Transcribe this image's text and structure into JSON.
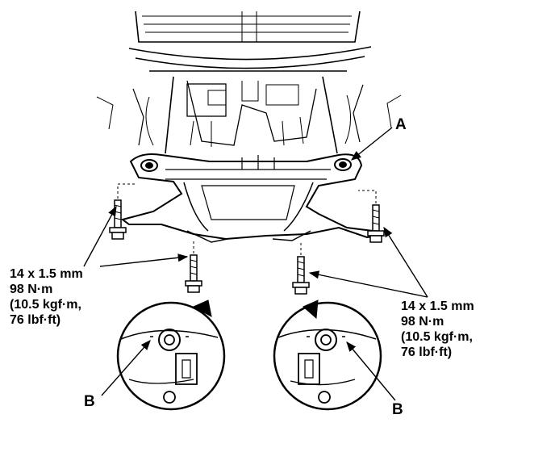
{
  "callouts": {
    "a": "A",
    "b_left": "B",
    "b_right": "B"
  },
  "torque_specs": {
    "left": [
      "14 x 1.5 mm",
      "98 N·m",
      "(10.5 kgf·m,",
      "76 lbf·ft)"
    ],
    "right": [
      "14 x 1.5 mm",
      "98 N·m",
      "(10.5 kgf·m,",
      "76 lbf·ft)"
    ]
  },
  "icons": {
    "bolt": "hex-flange-bolt-icon",
    "arrow": "arrow-icon"
  },
  "colors": {
    "ink": "#000000",
    "paper": "#ffffff"
  }
}
